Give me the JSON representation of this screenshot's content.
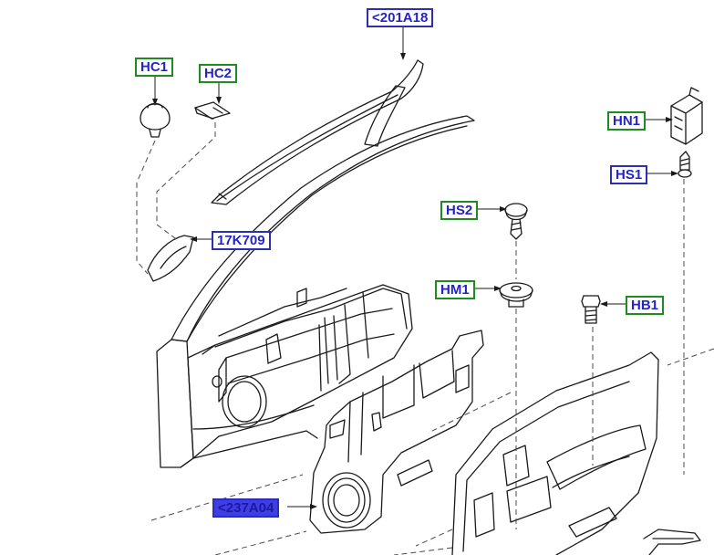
{
  "callouts": {
    "c201a18": "<201A18",
    "hc1": "HC1",
    "hc2": "HC2",
    "hn1": "HN1",
    "hs1": "HS1",
    "hs2": "HS2",
    "c17k709": "17K709",
    "hm1": "HM1",
    "hb1": "HB1",
    "c237a04": "<237A04"
  },
  "colors": {
    "part_label_border": "#1e8c1e",
    "reference_label_border": "#2e2eb4",
    "label_text": "#2424c8",
    "highlight_fill": "#3e3ee8",
    "line_art": "#1a1a1a",
    "leader_dashed": "#4a4a4a"
  }
}
